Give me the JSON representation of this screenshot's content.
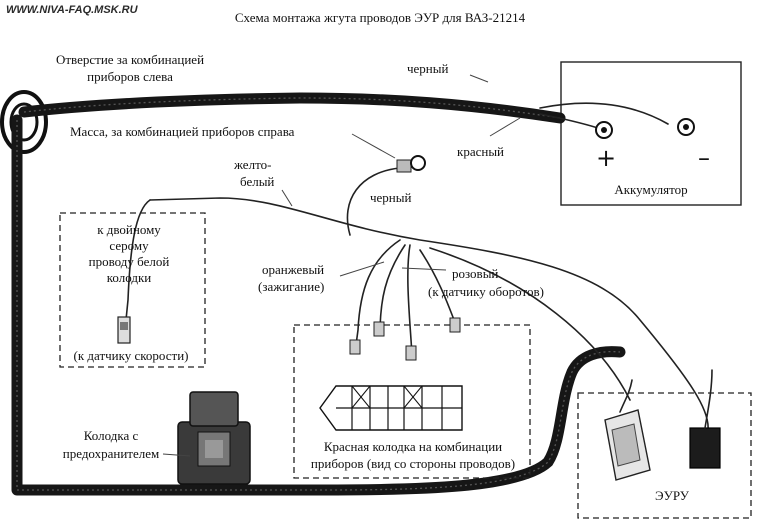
{
  "watermark": "WWW.NIVA-FAQ.MSK.RU",
  "title": "Схема монтажа жгута проводов ЭУР для ВАЗ-21214",
  "labels": {
    "hole_line1": "Отверстие за комбинацией",
    "hole_line2": "приборов слева",
    "black_top": "черный",
    "ground_right": "Масса, за комбинацией приборов справа",
    "red": "красный",
    "plus": "+",
    "minus": "–",
    "battery": "Аккумулятор",
    "black_ground": "черный",
    "yw_line1": "желто-",
    "yw_line2": "белый",
    "speed_line1": "к двойному",
    "speed_line2": "серому",
    "speed_line3": "проводу белой",
    "speed_line4": "колодки",
    "speed_line5": "(к датчику скорости)",
    "orange_line1": "оранжевый",
    "orange_line2": "(зажигание)",
    "pink_line1": "розовый",
    "pink_line2": "(к датчику оборотов)",
    "fuse_line1": "Колодка с",
    "fuse_line2": "предохранителем",
    "red_block_line1": "Красная колодка на комбинации",
    "red_block_line2": "приборов (вид со стороны проводов)",
    "ecu": "ЭУРУ"
  }
}
